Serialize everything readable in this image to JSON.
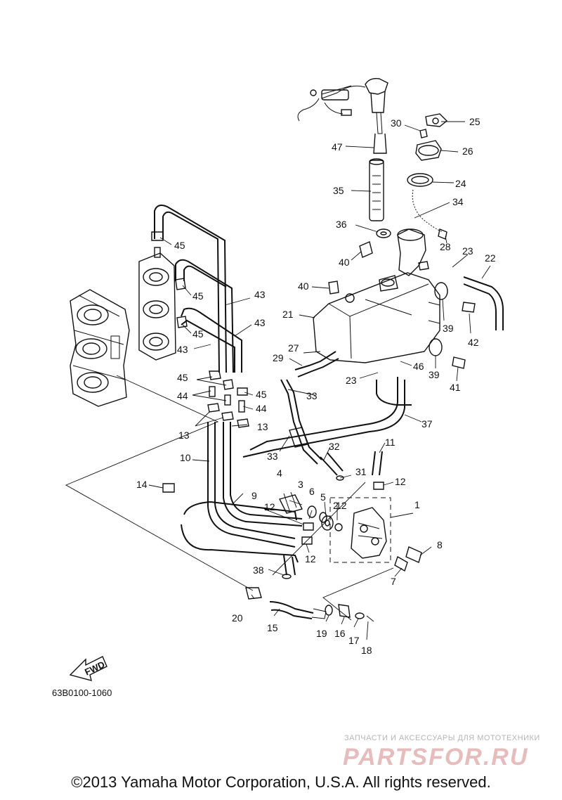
{
  "diagram": {
    "code": "63B0100-1060",
    "fwd_label": "FWD",
    "copyright": "©2013 Yamaha Motor Corporation, U.S.A. All rights reserved."
  },
  "watermark": {
    "tagline": "ЗАПЧАСТИ И АКСЕССУАРЫ ДЛЯ МОТОТЕХНИКИ",
    "logo": "PARTSFOR.RU"
  },
  "callouts": {
    "c1": "1",
    "c2": "2",
    "c3": "3",
    "c4": "4",
    "c5": "5",
    "c6": "6",
    "c7": "7",
    "c8": "8",
    "c9": "9",
    "c10": "10",
    "c11": "11",
    "c12a": "12",
    "c12b": "12",
    "c12c": "12",
    "c12d": "12",
    "c13a": "13",
    "c13b": "13",
    "c14": "14",
    "c15": "15",
    "c16": "16",
    "c17": "17",
    "c18": "18",
    "c19": "19",
    "c20": "20",
    "c21": "21",
    "c22": "22",
    "c23a": "23",
    "c23b": "23",
    "c24": "24",
    "c25": "25",
    "c26": "26",
    "c27": "27",
    "c28": "28",
    "c29": "29",
    "c30": "30",
    "c31": "31",
    "c32": "32",
    "c33a": "33",
    "c33b": "33",
    "c34": "34",
    "c35": "35",
    "c36": "36",
    "c37": "37",
    "c38": "38",
    "c39a": "39",
    "c39b": "39",
    "c40a": "40",
    "c40b": "40",
    "c41": "41",
    "c42": "42",
    "c43a": "43",
    "c43b": "43",
    "c43c": "43",
    "c44a": "44",
    "c44b": "44",
    "c45a": "45",
    "c45b": "45",
    "c45c": "45",
    "c45d": "45",
    "c45e": "45",
    "c46": "46",
    "c47": "47"
  }
}
